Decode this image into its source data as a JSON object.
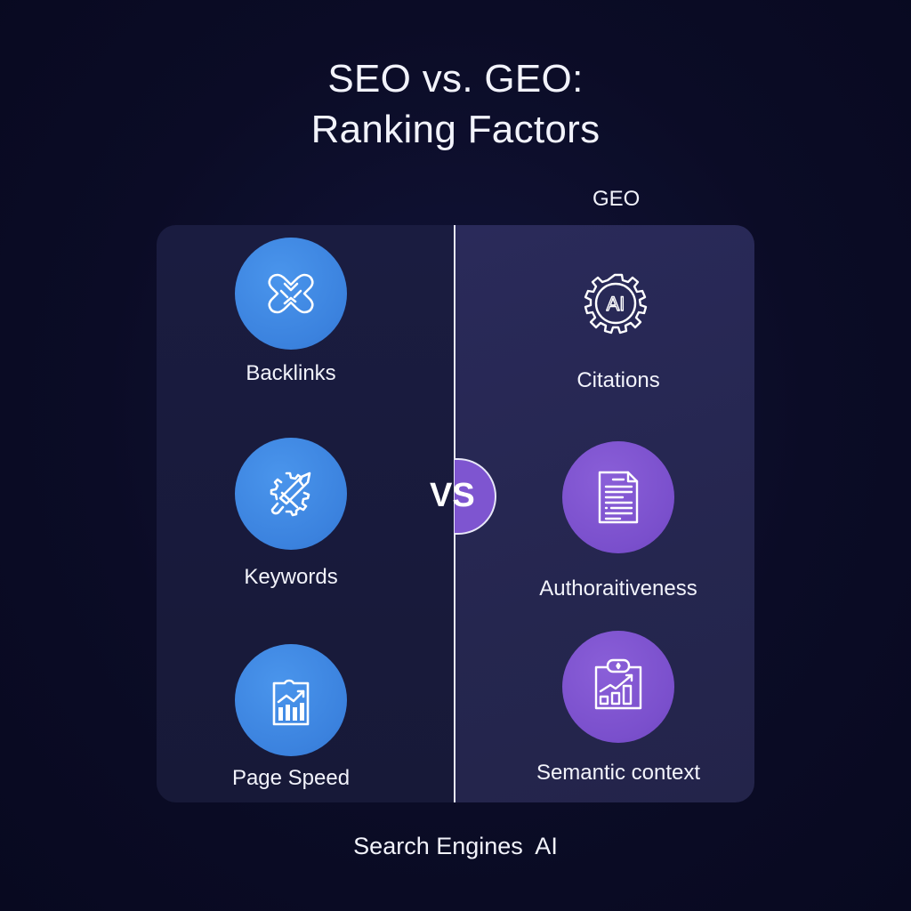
{
  "title": {
    "line1": "SEO vs. GEO:",
    "line2": "Ranking Factors"
  },
  "columns": {
    "right_header": "GEO"
  },
  "vs_badge": "VS",
  "seo_factors": [
    {
      "label": "Backlinks",
      "icon": "backlinks-icon",
      "color": "#3b82de"
    },
    {
      "label": "Keywords",
      "icon": "keywords-gear-pen-icon",
      "color": "#3b82de"
    },
    {
      "label": "Page Speed",
      "icon": "chart-clipboard-icon",
      "color": "#3b82de"
    }
  ],
  "geo_factors": [
    {
      "label": "Citations",
      "icon": "ai-gear-icon",
      "color": "none"
    },
    {
      "label": "Authoraitiveness",
      "icon": "document-icon",
      "color": "#7a4fcc"
    },
    {
      "label": "Semantic context",
      "icon": "growth-chart-icon",
      "color": "#7a4fcc"
    }
  ],
  "footer": "Search Engines  AI",
  "colors": {
    "background": "#0b0c26",
    "seo_accent": "#3b82de",
    "geo_accent": "#7a4fcc",
    "panel_left": "#1a1c40",
    "panel_right": "#27285a"
  }
}
